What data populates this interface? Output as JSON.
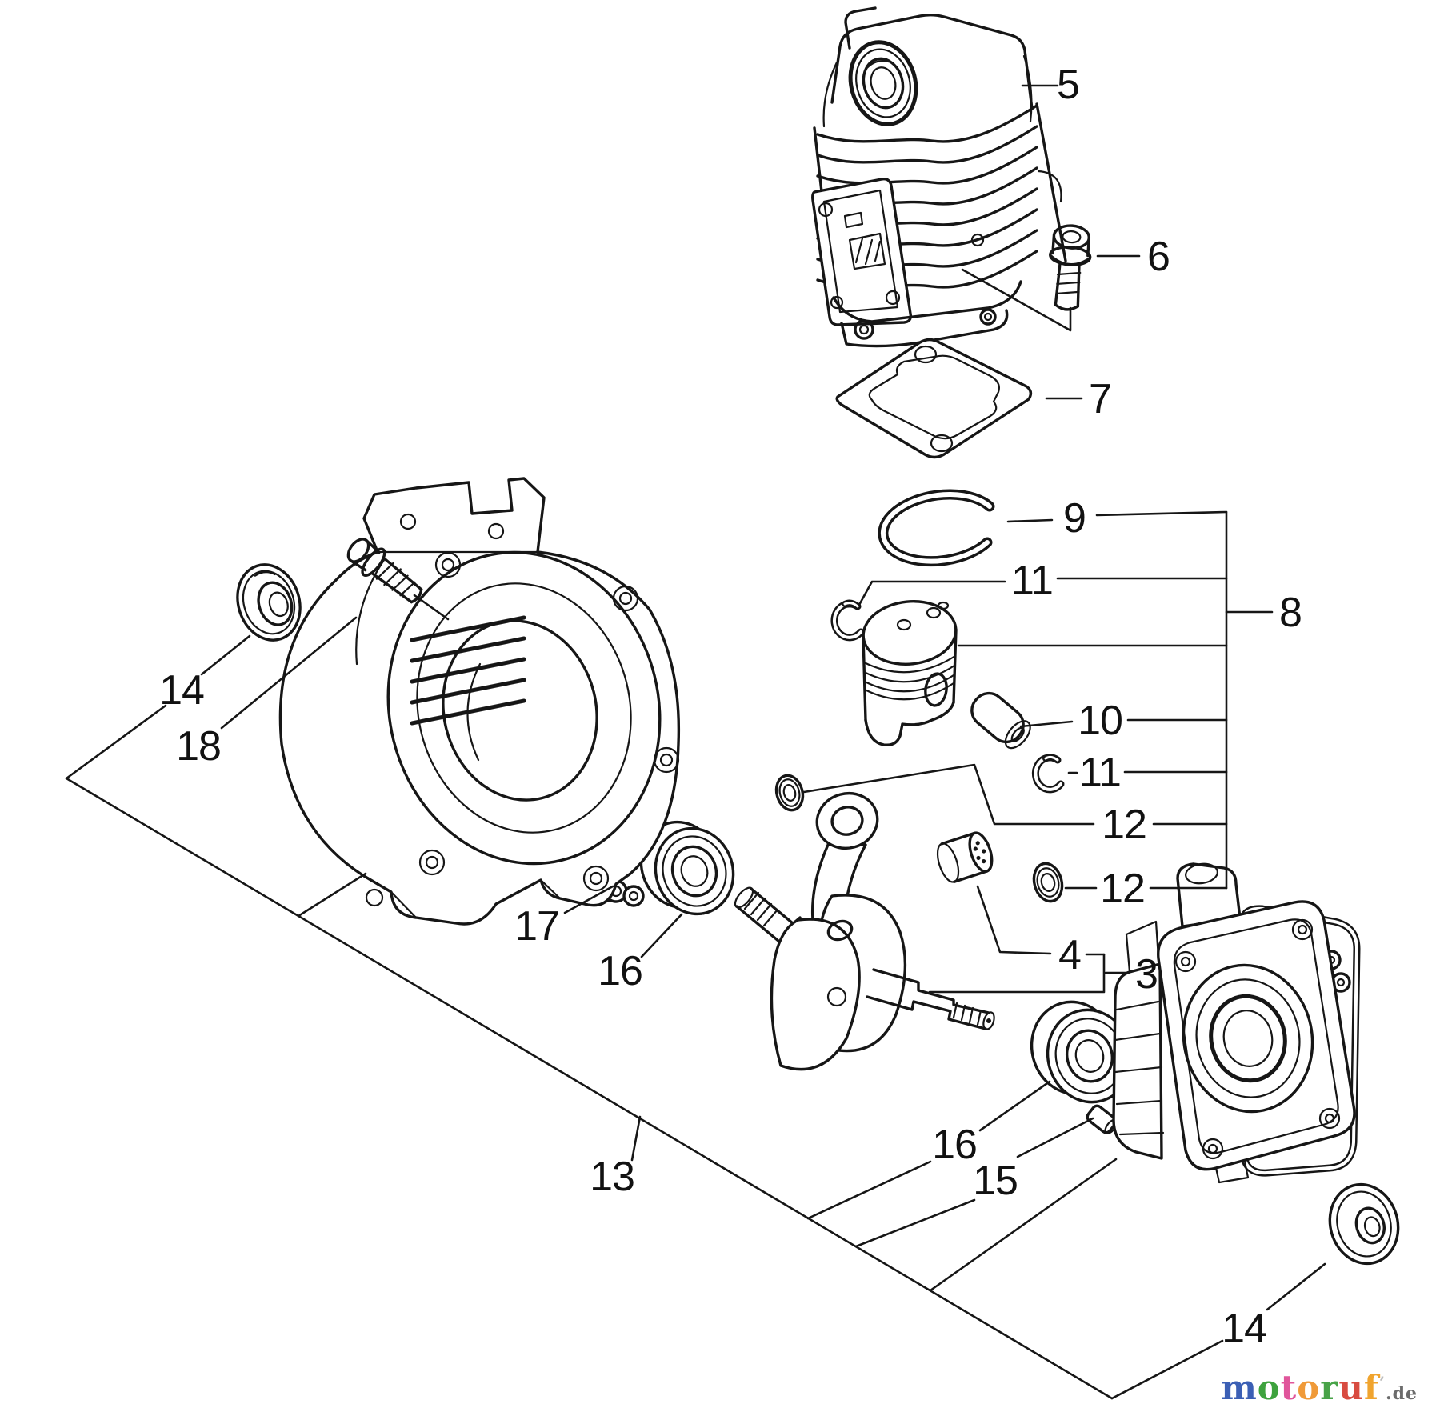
{
  "page": {
    "background": "#ffffff",
    "line_color": "#161616"
  },
  "callouts": [
    {
      "label": "5"
    },
    {
      "label": "6"
    },
    {
      "label": "7"
    },
    {
      "label": "9"
    },
    {
      "label": "11"
    },
    {
      "label": "8"
    },
    {
      "label": "10"
    },
    {
      "label": "11"
    },
    {
      "label": "12"
    },
    {
      "label": "12"
    },
    {
      "label": "14"
    },
    {
      "label": "18"
    },
    {
      "label": "17"
    },
    {
      "label": "16"
    },
    {
      "label": "13"
    },
    {
      "label": "16"
    },
    {
      "label": "15"
    },
    {
      "label": "14"
    },
    {
      "label": "4"
    },
    {
      "label": "3"
    }
  ],
  "watermark": {
    "letters": [
      {
        "ch": "m",
        "color": "#3b5fb5"
      },
      {
        "ch": "o",
        "color": "#3da23d"
      },
      {
        "ch": "t",
        "color": "#e0559b"
      },
      {
        "ch": "o",
        "color": "#f09a38"
      },
      {
        "ch": "r",
        "color": "#48a348"
      },
      {
        "ch": "u",
        "color": "#d84b40"
      },
      {
        "ch": "f",
        "color": "#f0a42e"
      }
    ],
    "mark": "’",
    "mark_color": "#bbbbbb",
    "tld": ".de",
    "tld_color": "#6b6b6b"
  }
}
